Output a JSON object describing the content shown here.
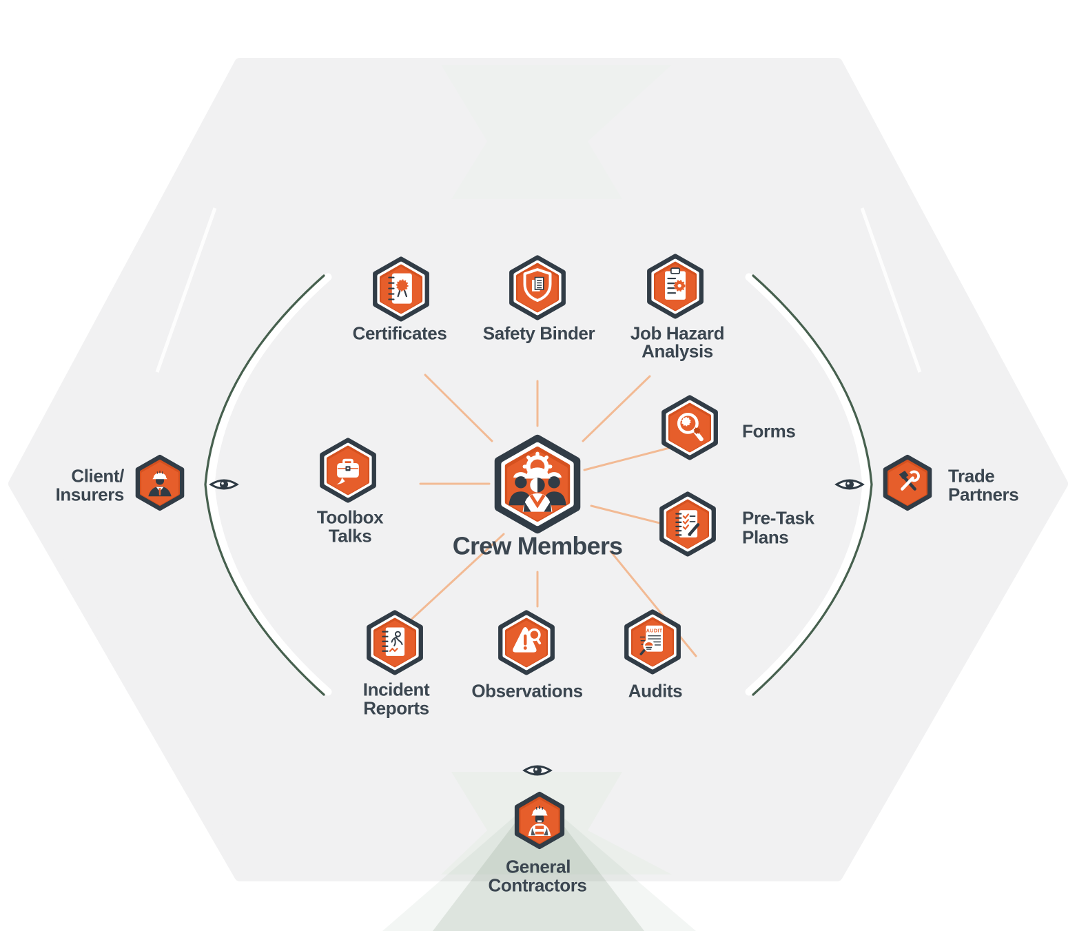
{
  "title": "Crew safety ecosystem diagram",
  "colors": {
    "orange": "#e65e2b",
    "orange_dark": "#d5511f",
    "charcoal": "#313c46",
    "label_text": "#3b4650",
    "shape_gray": "#f1f1f2",
    "chevron_green": "#46604e",
    "ray_orange": "#f3b184"
  },
  "center_node": {
    "id": "crew-members",
    "label": "Crew Members"
  },
  "inner_nodes": [
    {
      "id": "certificates",
      "lines": [
        "Certificates"
      ]
    },
    {
      "id": "safety-binder",
      "lines": [
        "Safety Binder"
      ]
    },
    {
      "id": "job-hazard-analysis",
      "lines": [
        "Job Hazard",
        "Analysis"
      ]
    },
    {
      "id": "forms",
      "lines": [
        "Forms"
      ]
    },
    {
      "id": "pre-task-plans",
      "lines": [
        "Pre-Task",
        "Plans"
      ]
    },
    {
      "id": "toolbox-talks",
      "lines": [
        "Toolbox",
        "Talks"
      ]
    },
    {
      "id": "incident-reports",
      "lines": [
        "Incident",
        "Reports"
      ]
    },
    {
      "id": "observations",
      "lines": [
        "Observations"
      ]
    },
    {
      "id": "audits",
      "lines": [
        "Audits"
      ]
    }
  ],
  "outer_nodes": [
    {
      "id": "client-insurers",
      "lines": [
        "Client/",
        "Insurers"
      ]
    },
    {
      "id": "trade-partners",
      "lines": [
        "Trade",
        "Partners"
      ]
    },
    {
      "id": "general-contractors",
      "lines": [
        "General",
        "Contractors"
      ]
    }
  ],
  "audit_icon_text": "AUDIT"
}
